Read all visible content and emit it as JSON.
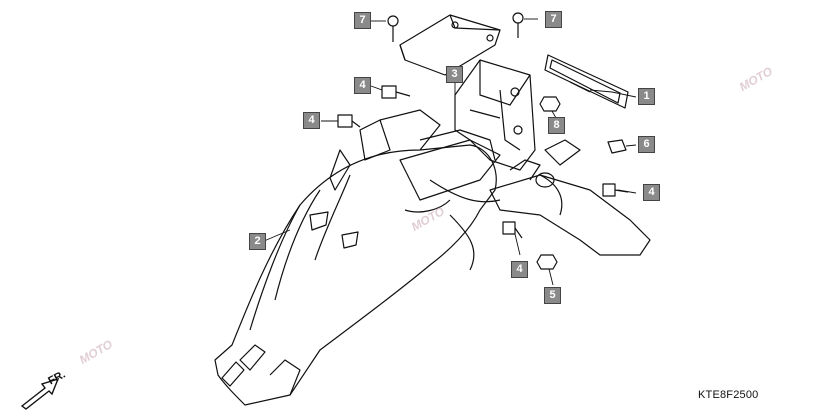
{
  "callouts": [
    {
      "label": "1"
    },
    {
      "label": "2"
    },
    {
      "label": "3"
    },
    {
      "label": "4"
    },
    {
      "label": "4"
    },
    {
      "label": "4"
    },
    {
      "label": "4"
    },
    {
      "label": "5"
    },
    {
      "label": "6"
    },
    {
      "label": "7"
    },
    {
      "label": "7"
    },
    {
      "label": "8"
    }
  ],
  "diagram_code": "KTE8F2500",
  "direction_label": "FR.",
  "watermark_text": "MOTO",
  "colors": {
    "callout_fill": "#8a8a8a",
    "line": "#111111",
    "watermark": "#c9a5b3"
  }
}
